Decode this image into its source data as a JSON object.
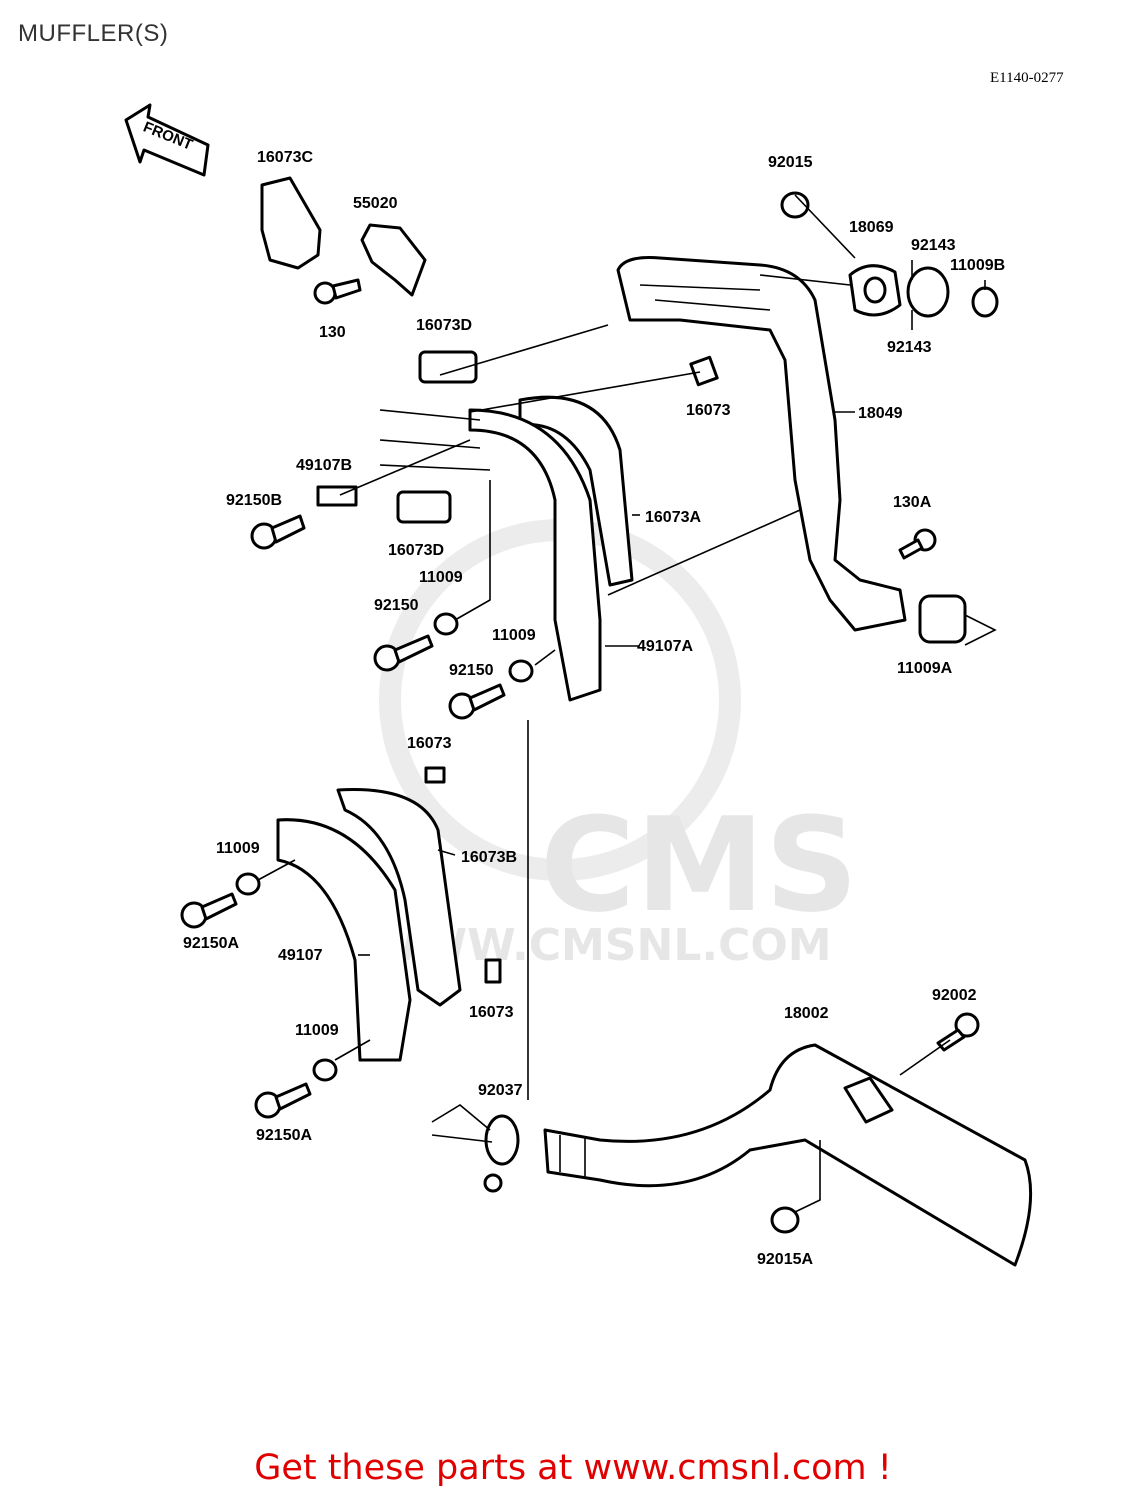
{
  "title": "MUFFLER(S)",
  "diagram_code": "E1140-0277",
  "front_label": "FRONT",
  "watermark": {
    "brand": "CMS",
    "url": "WWW.CMSNL.COM"
  },
  "parts": [
    "16073C",
    "55020",
    "130",
    "16073D",
    "49107B",
    "92150B",
    "16073D",
    "11009",
    "92150",
    "11009",
    "92150",
    "16073A",
    "49107A",
    "16073",
    "18049",
    "130A",
    "11009A",
    "92015",
    "18069",
    "92143",
    "11009B",
    "92143",
    "16073",
    "11009",
    "16073B",
    "92150A",
    "49107",
    "16073",
    "11009",
    "92150A",
    "92037",
    "18002",
    "92002",
    "92015A"
  ],
  "footer": "Get these parts at www.cmsnl.com !"
}
